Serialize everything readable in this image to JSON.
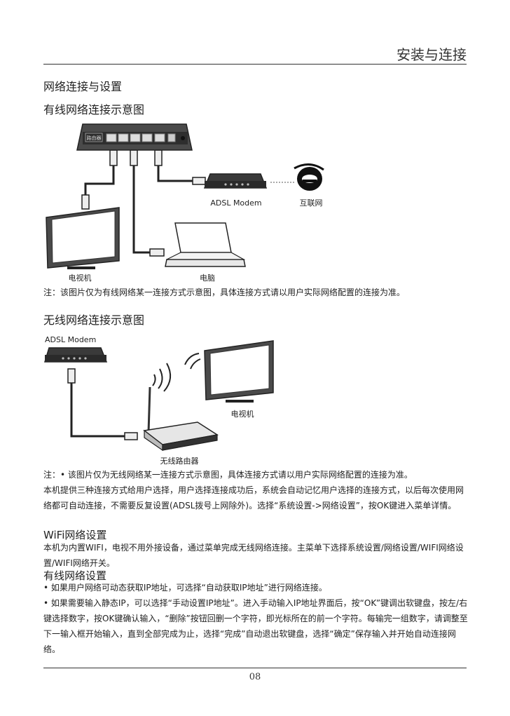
{
  "header": {
    "title": "安装与连接"
  },
  "section": {
    "title": "网络连接与设置"
  },
  "wired": {
    "title": "有线网络连接示意图",
    "router_label": "路由器",
    "modem_label": "ADSL Modem",
    "internet_label": "互联网",
    "tv_label": "电视机",
    "pc_label": "电脑",
    "note": "注：该图片仅为有线网络某一连接方式示意图，具体连接方式请以用户实际网络配置的连接为准。"
  },
  "wireless": {
    "title": "无线网络连接示意图",
    "modem_label": "ADSL Modem",
    "tv_label": "电视机",
    "router_label": "无线路由器",
    "note": "注：• 该图片仅为无线网络某一连接方式示意图，具体连接方式请以用户实际网络配置的连接为准。",
    "description": "本机提供三种连接方式给用户选择，用户选择连接成功后，系统会自动记忆用户选择的连接方式，以后每次使用网络都可自动连接，不需要反复设置(ADSL拨号上网除外)。选择“系统设置->网络设置”，按OK键进入菜单详情。"
  },
  "wifi": {
    "title": "WiFi网络设置",
    "body": "本机为内置WIFI，电视不用外接设备，通过菜单完成无线网络连接。主菜单下选择系统设置/网络设置/WIFI网络设置/WIFI网络开关。"
  },
  "wired_setup": {
    "title": "有线网络设置",
    "bullet1": "• 如果用户网络可动态获取IP地址，可选择“自动获取IP地址”进行网络连接。",
    "bullet2": "• 如果需要输入静态IP，可以选择“手动设置IP地址”。进入手动输入IP地址界面后，按“OK”键调出软键盘，按左/右键选择数字，按OK键确认输入，“删除”按钮回删一个字符，即光标所在的前一个字符。每输完一组数字，请调整至下一输入框开始输入，直到全部完成为止，选择“完成”自动退出软键盘，选择“确定”保存输入并开始自动连接网络。"
  },
  "footer": {
    "page_number": "08"
  }
}
